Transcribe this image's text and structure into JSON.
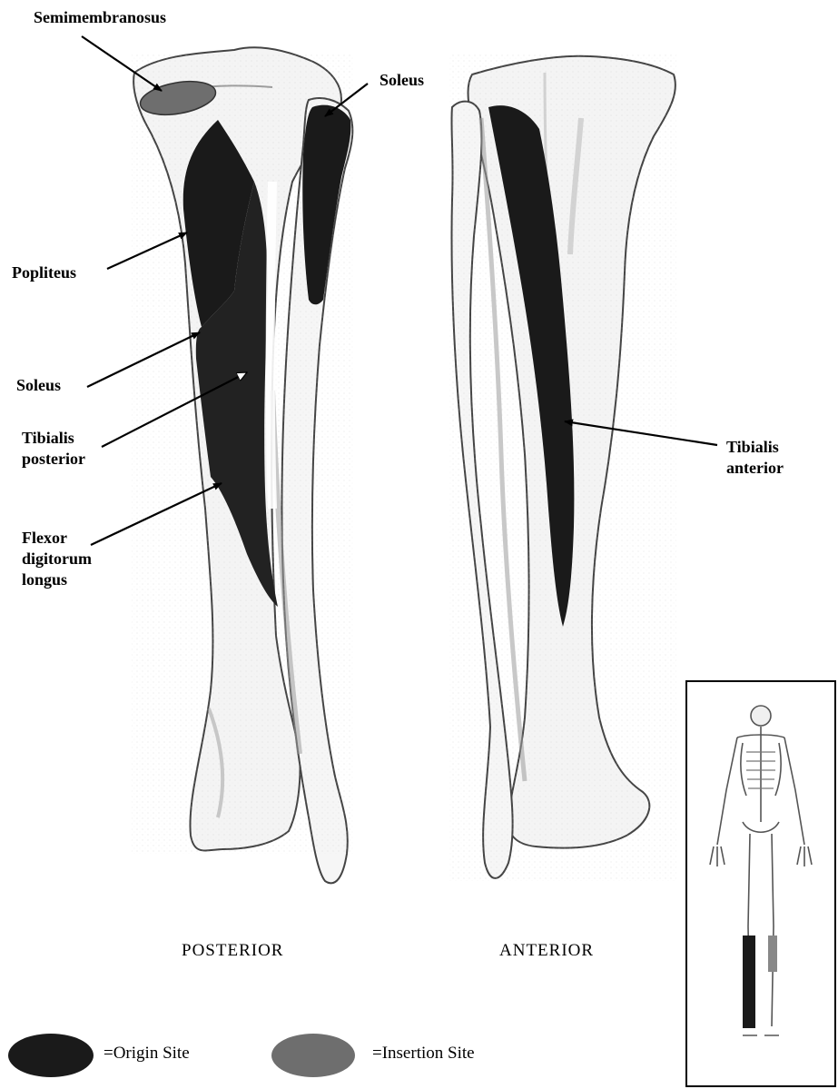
{
  "labels": {
    "semimembranosus": "Semimembranosus",
    "soleus_top": "Soleus",
    "popliteus": "Popliteus",
    "soleus_left": "Soleus",
    "tibialis_posterior": "Tibialis\nposterior",
    "flexor_digitorum_longus": "Flexor\ndigitorum\nlongus",
    "tibialis_anterior": "Tibialis\nanterior"
  },
  "views": {
    "posterior": "POSTERIOR",
    "anterior": "ANTERIOR"
  },
  "legend": {
    "origin": "=Origin Site",
    "insertion": "=Insertion Site"
  },
  "colors": {
    "origin": "#1a1a1a",
    "insertion": "#6e6e6e",
    "bone_fill": "#f4f4f4",
    "bone_shade": "#9a9a9a"
  }
}
